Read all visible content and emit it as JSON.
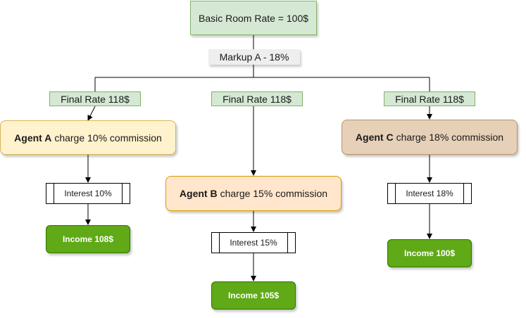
{
  "root": {
    "label": "Basic Room Rate = 100$"
  },
  "markup": {
    "label": "Markup A - 18%"
  },
  "branches": [
    {
      "final_rate": "Final Rate 118$",
      "agent_name": "Agent A",
      "agent_text": "charge 10% commission",
      "agent_color": "#fff2cc",
      "agent_border": "#d6b656",
      "interest": "Interest 10%",
      "income": "Income 108$"
    },
    {
      "final_rate": "Final Rate 118$",
      "agent_name": "Agent B",
      "agent_text": "charge 15% commission",
      "agent_color": "#ffe6cc",
      "agent_border": "#d79b00",
      "interest": "Interest 15%",
      "income": "Income 105$"
    },
    {
      "final_rate": "Final Rate 118$",
      "agent_name": "Agent C",
      "agent_text": "charge 18% commission",
      "agent_color": "#e6d0b8",
      "agent_border": "#b9926a",
      "interest": "Interest 18%",
      "income": "Income 100$"
    }
  ]
}
